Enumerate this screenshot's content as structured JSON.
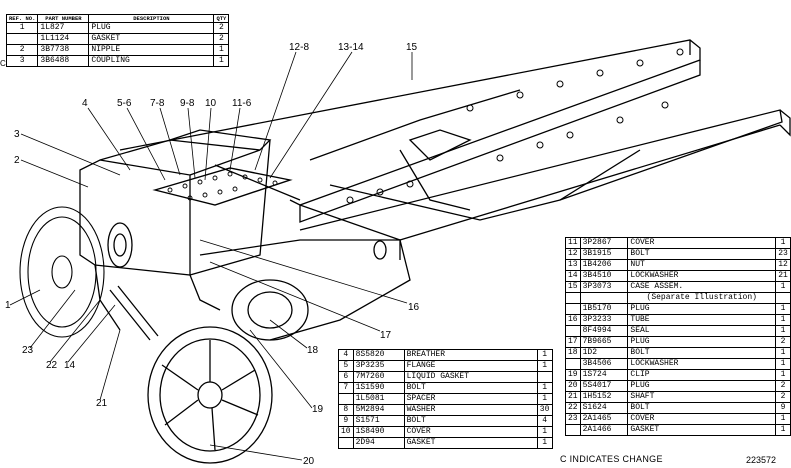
{
  "top_table": {
    "headers": {
      "ref": "REF. NO.",
      "part": "PART NUMBER",
      "desc": "DESCRIPTION",
      "qty": "QTY"
    },
    "change_mark": "C",
    "rows": [
      {
        "ref": "1",
        "part": "1L827",
        "desc": "PLUG",
        "qty": "2"
      },
      {
        "ref": "",
        "part": "1L1124",
        "desc": "GASKET",
        "qty": "2"
      },
      {
        "ref": "2",
        "part": "3B7738",
        "desc": "NIPPLE",
        "qty": "1"
      },
      {
        "ref": "3",
        "part": "3B6488",
        "desc": "COUPLING",
        "qty": "1"
      }
    ]
  },
  "bottom_center_table": {
    "rows": [
      {
        "ref": "4",
        "part": "8S5820",
        "desc": "BREATHER",
        "qty": "1"
      },
      {
        "ref": "5",
        "part": "3P3235",
        "desc": "FLANGE",
        "qty": "1"
      },
      {
        "ref": "6",
        "part": "7M7260",
        "desc": "LIQUID GASKET",
        "qty": ""
      },
      {
        "ref": "7",
        "part": "1S1590",
        "desc": "BOLT",
        "qty": "1"
      },
      {
        "ref": "",
        "part": "1L5081",
        "desc": "SPACER",
        "qty": "1"
      },
      {
        "ref": "8",
        "part": "5M2894",
        "desc": "WASHER",
        "qty": "30"
      },
      {
        "ref": "9",
        "part": "S1571",
        "desc": "BOLT",
        "qty": "4"
      },
      {
        "ref": "10",
        "part": "1S8490",
        "desc": "COVER",
        "qty": "1"
      },
      {
        "ref": "",
        "part": "2D94",
        "desc": "GASKET",
        "qty": "1"
      }
    ]
  },
  "bottom_right_table": {
    "rows": [
      {
        "ref": "11",
        "part": "3P2867",
        "desc": "COVER",
        "qty": "1"
      },
      {
        "ref": "12",
        "part": "3B1915",
        "desc": "BOLT",
        "qty": "23"
      },
      {
        "ref": "13",
        "part": "1B4206",
        "desc": "NUT",
        "qty": "12"
      },
      {
        "ref": "14",
        "part": "3B4510",
        "desc": "LOCKWASHER",
        "qty": "21"
      },
      {
        "ref": "15",
        "part": "3P3073",
        "desc": "CASE ASSEM.",
        "qty": "1"
      },
      {
        "ref": "",
        "part": "",
        "desc": "(Separate Illustration)",
        "qty": ""
      },
      {
        "ref": "",
        "part": "1B5170",
        "desc": "PLUG",
        "qty": "1"
      },
      {
        "ref": "16",
        "part": "3P3233",
        "desc": "TUBE",
        "qty": "1"
      },
      {
        "ref": "",
        "part": "8F4994",
        "desc": "SEAL",
        "qty": "1"
      },
      {
        "ref": "17",
        "part": "7B9665",
        "desc": "PLUG",
        "qty": "2"
      },
      {
        "ref": "18",
        "part": "1D2",
        "desc": "BOLT",
        "qty": "1"
      },
      {
        "ref": "",
        "part": "3B4506",
        "desc": "LOCKWASHER",
        "qty": "1"
      },
      {
        "ref": "19",
        "part": "1S724",
        "desc": "CLIP",
        "qty": "1"
      },
      {
        "ref": "20",
        "part": "5S4017",
        "desc": "PLUG",
        "qty": "2"
      },
      {
        "ref": "21",
        "part": "1H5152",
        "desc": "SHAFT",
        "qty": "2"
      },
      {
        "ref": "22",
        "part": "S1624",
        "desc": "BOLT",
        "qty": "9"
      },
      {
        "ref": "23",
        "part": "2A1465",
        "desc": "COVER",
        "qty": "1"
      },
      {
        "ref": "",
        "part": "2A1466",
        "desc": "GASKET",
        "qty": "1"
      }
    ]
  },
  "callouts": {
    "c1": "1",
    "c2": "2",
    "c3": "3",
    "c4": "4",
    "c5_6": "5-6",
    "c7_8": "7-8",
    "c9_8": "9-8",
    "c10": "10",
    "c11_6": "11-6",
    "c12_8": "12-8",
    "c13_14": "13-14",
    "c15": "15",
    "c16": "16",
    "c17": "17",
    "c18": "18",
    "c19": "19",
    "c20": "20",
    "c21": "21",
    "c22": "22",
    "c14": "14",
    "c23": "23"
  },
  "note": "C INDICATES CHANGE",
  "figure_number": "223572"
}
